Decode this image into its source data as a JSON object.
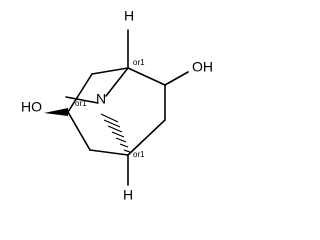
{
  "atoms": {
    "h_top": "H",
    "h_bottom": "H",
    "n_bridge": "N",
    "oh_right": "OH",
    "oh_left": "HO"
  },
  "stereo_labels": {
    "top": "or1",
    "middle": "or1",
    "bottom": "or1"
  },
  "colors": {
    "ink": "#000000",
    "background": "#ffffff"
  }
}
